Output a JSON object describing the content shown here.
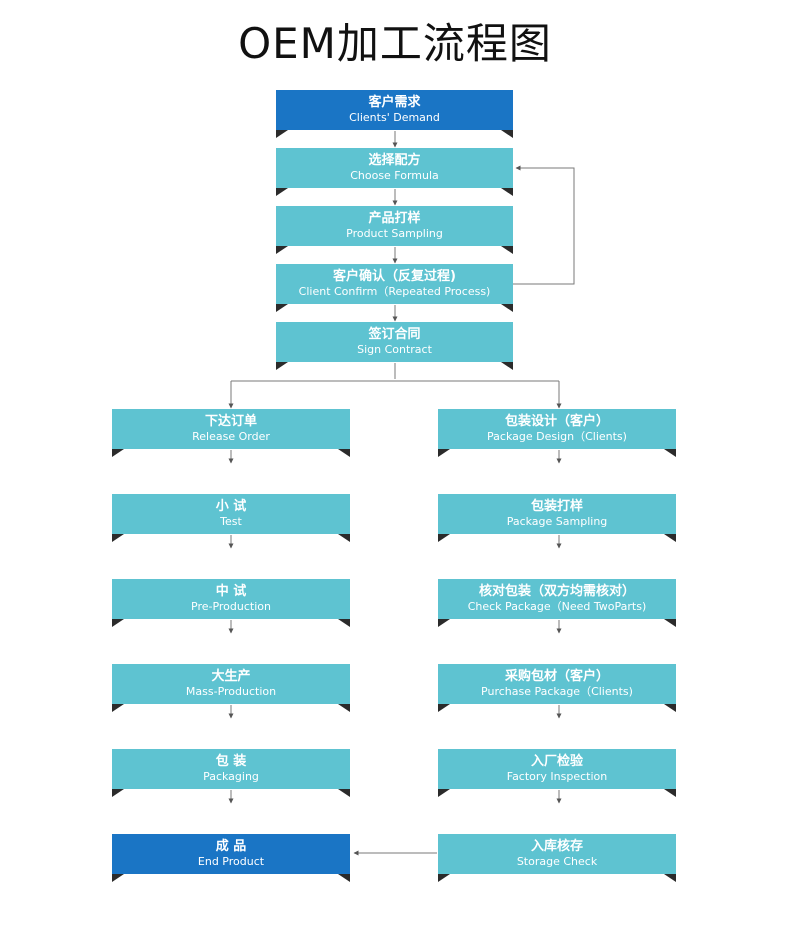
{
  "title": "OEM加工流程图",
  "colors": {
    "box": "#5ec3d1",
    "accent": "#1a75c5",
    "fold": "#2b2b2b",
    "line": "#7a7a7a"
  },
  "steps": [
    {
      "zh": "客户需求",
      "en": "Clients' Demand"
    },
    {
      "zh": "选择配方",
      "en": "Choose Formula"
    },
    {
      "zh": "产品打样",
      "en": "Product Sampling"
    },
    {
      "zh": "客户确认（反复过程)",
      "en": "Client Confirm（Repeated Process)"
    },
    {
      "zh": "签订合同",
      "en": "Sign Contract"
    }
  ],
  "left_steps": [
    {
      "zh": "下达订单",
      "en": "Release Order"
    },
    {
      "zh": "小 试",
      "en": "Test"
    },
    {
      "zh": "中 试",
      "en": "Pre-Production"
    },
    {
      "zh": "大生产",
      "en": "Mass-Production"
    },
    {
      "zh": "包 装",
      "en": "Packaging"
    },
    {
      "zh": "成 品",
      "en": "End Product"
    }
  ],
  "right_steps": [
    {
      "zh": "包装设计（客户）",
      "en": "Package Design（Clients)"
    },
    {
      "zh": "包装打样",
      "en": "Package Sampling"
    },
    {
      "zh": "核对包装（双方均需核对）",
      "en": "Check Package（Need TwoParts)"
    },
    {
      "zh": "采购包材（客户）",
      "en": "Purchase Package（Clients)"
    },
    {
      "zh": "入厂检验",
      "en": "Factory Inspection"
    },
    {
      "zh": "入库核存",
      "en": "Storage Check"
    }
  ]
}
